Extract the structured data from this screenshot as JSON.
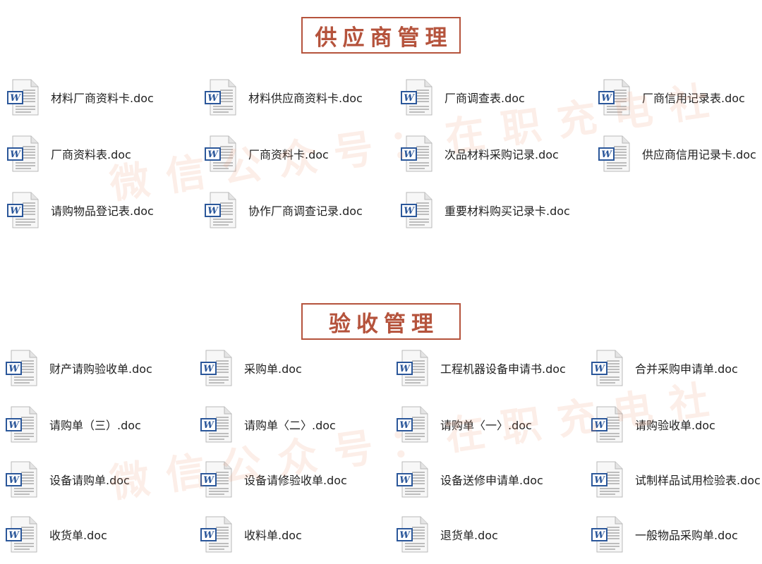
{
  "sections": [
    {
      "title": "供应商管理",
      "files": [
        "材料厂商资料卡.doc",
        "材料供应商资料卡.doc",
        "厂商调查表.doc",
        "厂商信用记录表.doc",
        "厂商资料表.doc",
        "厂商资料卡.doc",
        "次品材料采购记录.doc",
        "供应商信用记录卡.doc",
        "请购物品登记表.doc",
        "协作厂商调查记录.doc",
        "重要材料购买记录卡.doc"
      ]
    },
    {
      "title": "验收管理",
      "files": [
        "财产请购验收单.doc",
        "采购单.doc",
        "工程机器设备申请书.doc",
        "合并采购申请单.doc",
        "请购单（三）.doc",
        "请购单〈二〉.doc",
        "请购单〈一〉.doc",
        "请购验收单.doc",
        "设备请购单.doc",
        "设备请修验收单.doc",
        "设备送修申请单.doc",
        "试制样品试用检验表.doc",
        "收货单.doc",
        "收料单.doc",
        "退货单.doc",
        "一般物品采购单.doc"
      ]
    }
  ],
  "watermarks": [
    "微信公众号：在职充电社",
    "微信公众号：在职充电社"
  ],
  "icon": "word-document-icon",
  "colors": {
    "accent": "#b5533c",
    "word_blue": "#2b579a",
    "watermark": "#ea966e"
  }
}
